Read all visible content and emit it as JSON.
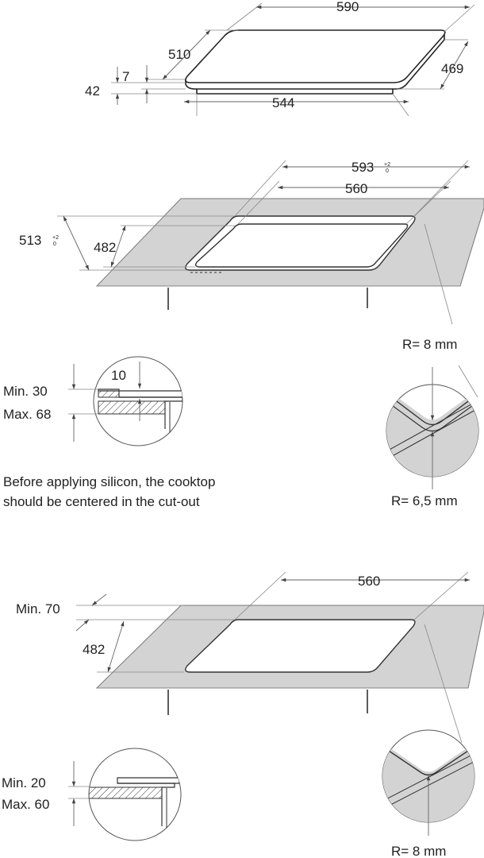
{
  "dimensions": {
    "hob_width": "590",
    "hob_depth": "510",
    "glass_thickness": "7",
    "total_height": "42",
    "base_depth": "469",
    "base_width": "544",
    "cut_out_outer_width": "593",
    "cut_out_outer_depth": "513",
    "tolerance_upper": "+2",
    "tolerance_lower": "0",
    "cut_out_inner_width": "560",
    "cut_out_inner_depth": "482",
    "flush_width": "560",
    "flush_depth": "482",
    "flush_min_offset": "Min. 70"
  },
  "detail_flush": {
    "step_width": "10",
    "min_thickness": "Min. 30",
    "max_thickness": "Max. 68",
    "outer_radius": "R= 8 mm",
    "inner_radius": "R= 6,5 mm"
  },
  "detail_overlay": {
    "min_thickness": "Min. 20",
    "max_thickness": "Max. 60",
    "radius": "R= 8 mm"
  },
  "note": {
    "line1": "Before applying silicon, the cooktop",
    "line2": "should be centered in the cut-out"
  }
}
